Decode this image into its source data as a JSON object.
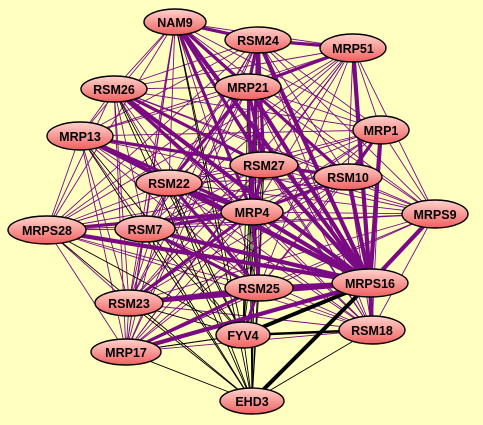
{
  "network": {
    "background_color": "#ffffc0",
    "node_fill_top": "#ffd3cc",
    "node_fill_bottom": "#f06060",
    "edge_colors": {
      "purple": "#7a0a84",
      "black": "#000000"
    },
    "nodes": [
      {
        "id": "NAM9",
        "label": "NAM9"
      },
      {
        "id": "RSM24",
        "label": "RSM24"
      },
      {
        "id": "MRP51",
        "label": "MRP51"
      },
      {
        "id": "RSM26",
        "label": "RSM26"
      },
      {
        "id": "MRP21",
        "label": "MRP21"
      },
      {
        "id": "MRP13",
        "label": "MRP13"
      },
      {
        "id": "MRP1",
        "label": "MRP1"
      },
      {
        "id": "RSM27",
        "label": "RSM27"
      },
      {
        "id": "RSM10",
        "label": "RSM10"
      },
      {
        "id": "RSM22",
        "label": "RSM22"
      },
      {
        "id": "MRP4",
        "label": "MRP4"
      },
      {
        "id": "MRPS9",
        "label": "MRPS9"
      },
      {
        "id": "MRPS28",
        "label": "MRPS28"
      },
      {
        "id": "RSM7",
        "label": "RSM7"
      },
      {
        "id": "MRPS16",
        "label": "MRPS16"
      },
      {
        "id": "RSM25",
        "label": "RSM25"
      },
      {
        "id": "RSM23",
        "label": "RSM23"
      },
      {
        "id": "FYV4",
        "label": "FYV4"
      },
      {
        "id": "RSM18",
        "label": "RSM18"
      },
      {
        "id": "MRP17",
        "label": "MRP17"
      },
      {
        "id": "EHD3",
        "label": "EHD3"
      }
    ],
    "thick_edges": [
      [
        "MRPS16",
        "RSM24"
      ],
      [
        "MRPS16",
        "MRP21"
      ],
      [
        "MRPS16",
        "MRP51"
      ],
      [
        "MRPS16",
        "RSM26"
      ],
      [
        "MRPS16",
        "MRP13"
      ],
      [
        "MRPS16",
        "RSM27"
      ],
      [
        "MRPS16",
        "RSM10"
      ],
      [
        "MRPS16",
        "RSM22"
      ],
      [
        "MRPS16",
        "MRP4"
      ],
      [
        "MRPS16",
        "RSM7"
      ],
      [
        "MRPS16",
        "MRPS28"
      ],
      [
        "MRPS16",
        "RSM25"
      ],
      [
        "MRPS16",
        "RSM23"
      ],
      [
        "MRPS16",
        "MRP1"
      ],
      [
        "MRPS16",
        "NAM9"
      ],
      [
        "MRPS16",
        "MRPS9"
      ],
      [
        "MRPS16",
        "RSM18"
      ],
      [
        "MRPS16",
        "MRP17"
      ],
      [
        "NAM9",
        "RSM24"
      ],
      [
        "NAM9",
        "MRP21"
      ],
      [
        "NAM9",
        "MRP4"
      ],
      [
        "NAM9",
        "RSM27"
      ],
      [
        "RSM24",
        "MRP21"
      ],
      [
        "RSM24",
        "RSM27"
      ],
      [
        "RSM24",
        "MRP4"
      ],
      [
        "RSM24",
        "MRP51"
      ],
      [
        "MRP21",
        "RSM27"
      ],
      [
        "MRP21",
        "MRP4"
      ],
      [
        "MRP21",
        "RSM10"
      ],
      [
        "MRP21",
        "RSM22"
      ],
      [
        "RSM26",
        "MRP4"
      ],
      [
        "RSM26",
        "RSM27"
      ],
      [
        "MRP13",
        "MRP4"
      ],
      [
        "MRP13",
        "RSM27"
      ],
      [
        "RSM27",
        "RSM10"
      ],
      [
        "RSM27",
        "MRP4"
      ],
      [
        "RSM22",
        "MRP4"
      ],
      [
        "RSM22",
        "RSM25"
      ],
      [
        "MRP4",
        "RSM10"
      ],
      [
        "MRP4",
        "RSM7"
      ],
      [
        "MRP4",
        "RSM25"
      ],
      [
        "MRPS28",
        "MRP4"
      ],
      [
        "RSM7",
        "RSM25"
      ],
      [
        "RSM23",
        "RSM25"
      ],
      [
        "RSM23",
        "MRP4"
      ],
      [
        "FYV4",
        "RSM25"
      ],
      [
        "MRP17",
        "RSM25"
      ],
      [
        "MRP51",
        "MRP21"
      ],
      [
        "MRP1",
        "RSM10"
      ]
    ],
    "black_edges": [
      [
        "MRPS16",
        "EHD3"
      ],
      [
        "MRPS16",
        "FYV4"
      ],
      [
        "RSM18",
        "FYV4"
      ],
      [
        "EHD3",
        "MRP21"
      ],
      [
        "EHD3",
        "RSM24"
      ],
      [
        "EHD3",
        "NAM9"
      ],
      [
        "EHD3",
        "MRP13"
      ],
      [
        "EHD3",
        "RSM26"
      ],
      [
        "EHD3",
        "RSM22"
      ],
      [
        "EHD3",
        "MRP4"
      ],
      [
        "EHD3",
        "RSM7"
      ],
      [
        "EHD3",
        "MRPS28"
      ],
      [
        "EHD3",
        "RSM23"
      ],
      [
        "EHD3",
        "MRP17"
      ],
      [
        "EHD3",
        "FYV4"
      ],
      [
        "EHD3",
        "RSM25"
      ],
      [
        "EHD3",
        "RSM18"
      ],
      [
        "EHD3",
        "RSM27"
      ],
      [
        "FYV4",
        "RSM22"
      ],
      [
        "FYV4",
        "MRP21"
      ],
      [
        "FYV4",
        "RSM24"
      ],
      [
        "FYV4",
        "MRP13"
      ],
      [
        "FYV4",
        "RSM26"
      ],
      [
        "FYV4",
        "NAM9"
      ],
      [
        "FYV4",
        "RSM7"
      ],
      [
        "FYV4",
        "MRP4"
      ],
      [
        "FYV4",
        "RSM23"
      ],
      [
        "FYV4",
        "MRP17"
      ],
      [
        "FYV4",
        "MRPS28"
      ],
      [
        "FYV4",
        "RSM27"
      ]
    ],
    "extra_edges": [
      [
        "MRP17",
        "RSM23"
      ],
      [
        "MRP17",
        "RSM7"
      ],
      [
        "MRP17",
        "MRPS28"
      ],
      [
        "MRP17",
        "RSM22"
      ],
      [
        "MRP17",
        "MRP13"
      ],
      [
        "MRP17",
        "FYV4"
      ],
      [
        "MRP17",
        "RSM18"
      ],
      [
        "RSM23",
        "RSM7"
      ],
      [
        "RSM23",
        "MRPS28"
      ],
      [
        "RSM23",
        "RSM18"
      ],
      [
        "RSM23",
        "FYV4"
      ],
      [
        "RSM18",
        "MRPS9"
      ],
      [
        "RSM18",
        "RSM25"
      ],
      [
        "MRPS9",
        "MRP1"
      ],
      [
        "MRPS9",
        "MRP51"
      ],
      [
        "MRPS9",
        "RSM10"
      ],
      [
        "MRP51",
        "MRP1"
      ]
    ]
  }
}
